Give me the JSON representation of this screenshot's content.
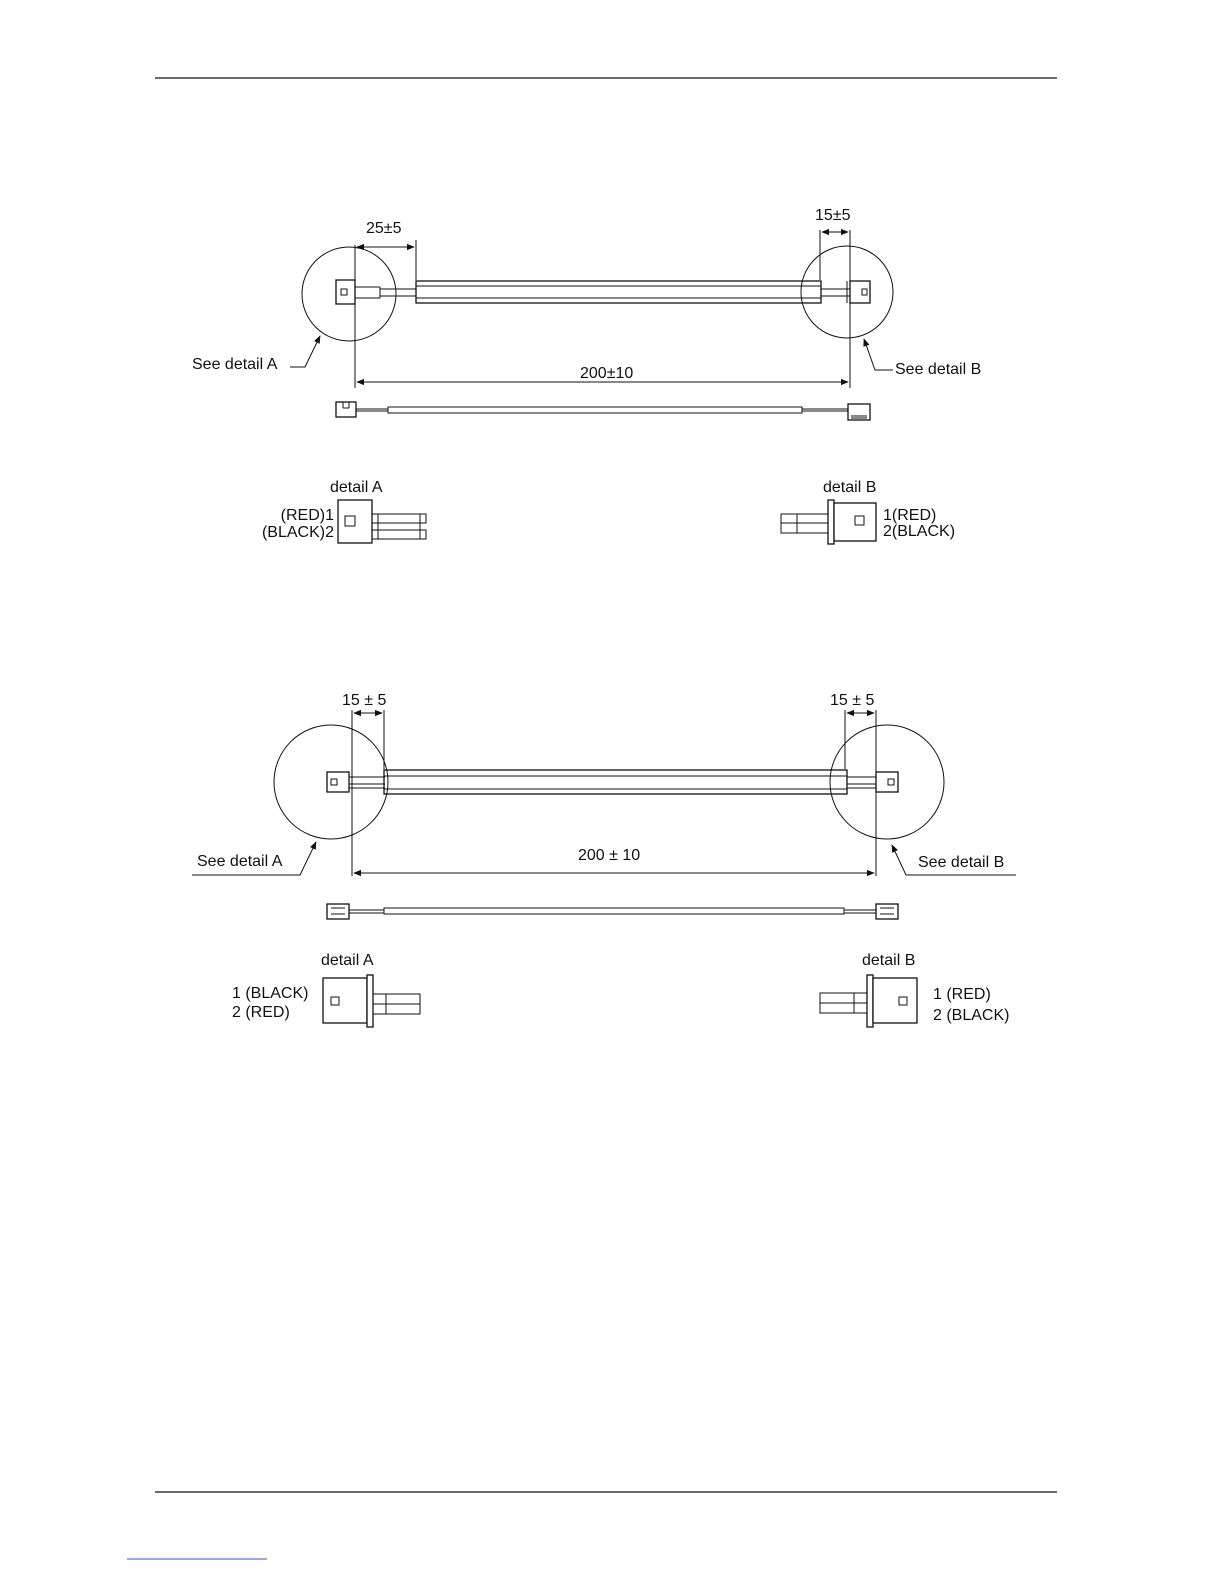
{
  "diagram1": {
    "dim_left": "25±5",
    "dim_right": "15±5",
    "dim_length": "200±10",
    "callout_a": "See detail A",
    "callout_b": "See detail B",
    "detail_a": {
      "title": "detail A",
      "pin1": "(RED)1",
      "pin2": "(BLACK)2"
    },
    "detail_b": {
      "title": "detail B",
      "pin1": "1(RED)",
      "pin2": "2(BLACK)"
    }
  },
  "diagram2": {
    "dim_left": "15 ± 5",
    "dim_right": "15 ± 5",
    "dim_length": "200 ± 10",
    "callout_a": "See detail A",
    "callout_b": "See detail B",
    "detail_a": {
      "title": "detail A",
      "pin1": "1 (BLACK)",
      "pin2": "2 (RED)"
    },
    "detail_b": {
      "title": "detail B",
      "pin1": "1 (RED)",
      "pin2": "2 (BLACK)"
    }
  }
}
